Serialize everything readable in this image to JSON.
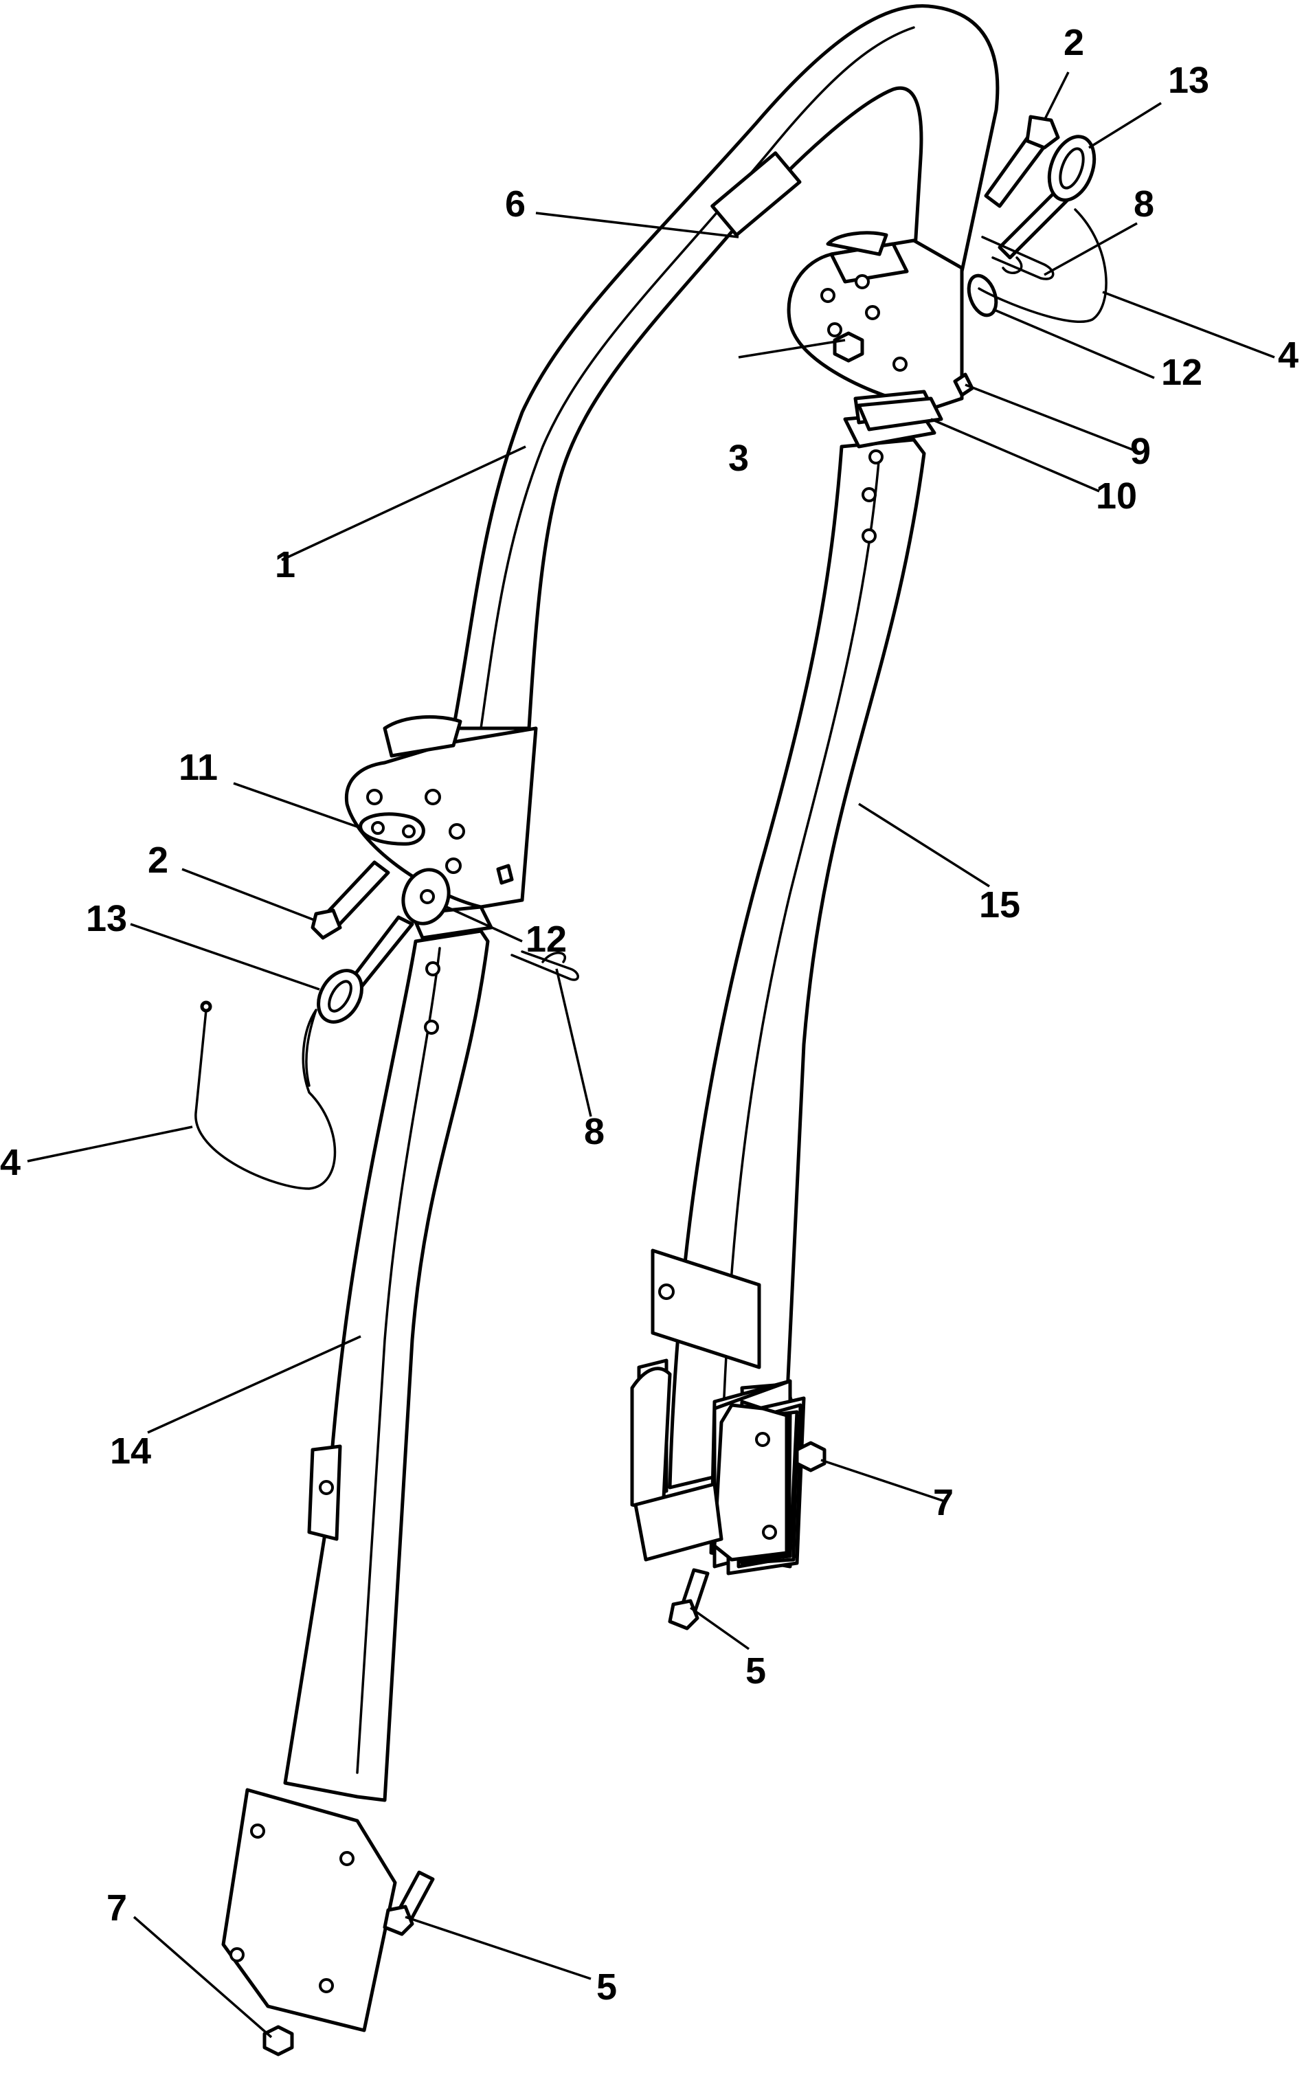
{
  "diagram": {
    "callouts": [
      {
        "id": "c1",
        "label": "1"
      },
      {
        "id": "c2a",
        "label": "2"
      },
      {
        "id": "c2b",
        "label": "2"
      },
      {
        "id": "c3",
        "label": "3"
      },
      {
        "id": "c4a",
        "label": "4"
      },
      {
        "id": "c4b",
        "label": "4"
      },
      {
        "id": "c5a",
        "label": "5"
      },
      {
        "id": "c5b",
        "label": "5"
      },
      {
        "id": "c6",
        "label": "6"
      },
      {
        "id": "c7a",
        "label": "7"
      },
      {
        "id": "c7b",
        "label": "7"
      },
      {
        "id": "c8a",
        "label": "8"
      },
      {
        "id": "c8b",
        "label": "8"
      },
      {
        "id": "c9",
        "label": "9"
      },
      {
        "id": "c10",
        "label": "10"
      },
      {
        "id": "c11",
        "label": "11"
      },
      {
        "id": "c12a",
        "label": "12"
      },
      {
        "id": "c12b",
        "label": "12"
      },
      {
        "id": "c13a",
        "label": "13"
      },
      {
        "id": "c13b",
        "label": "13"
      },
      {
        "id": "c14",
        "label": "14"
      },
      {
        "id": "c15",
        "label": "15"
      }
    ]
  }
}
